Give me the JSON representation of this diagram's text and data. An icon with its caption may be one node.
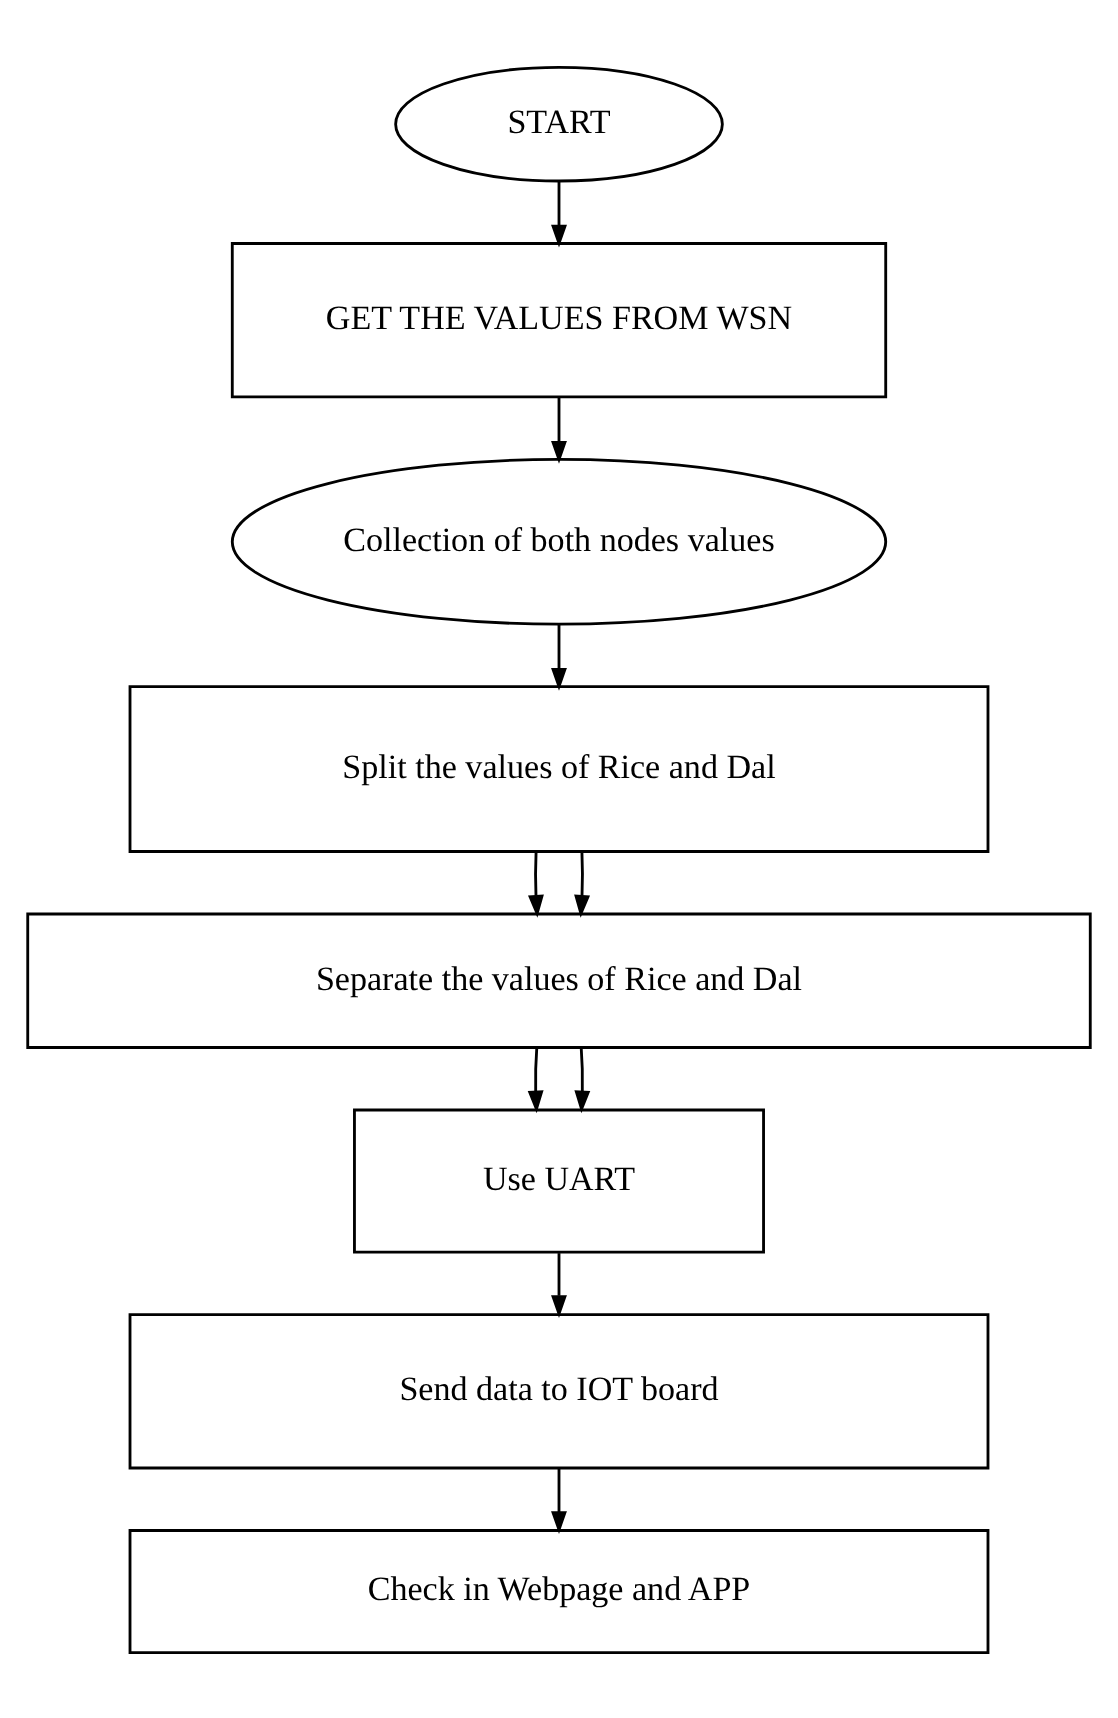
{
  "diagram": {
    "nodes": [
      {
        "text": [
          "START"
        ]
      },
      {
        "text": [
          "GET THE VALUES FROM WSN"
        ]
      },
      {
        "text": [
          "Collection of both nodes values"
        ]
      },
      {
        "text": [
          "Split the values of Rice and Dal"
        ]
      },
      {
        "text": [
          "Separate the values of Rice and Dal"
        ]
      },
      {
        "text": [
          "Use UART"
        ]
      },
      {
        "text": [
          "Send data to IOT board"
        ]
      },
      {
        "text": [
          "Check in Webpage and APP"
        ]
      }
    ],
    "edges": [
      {
        "from": 0,
        "to": 1,
        "arrow": "to"
      },
      {
        "from": 1,
        "to": 2,
        "arrow": "to"
      },
      {
        "from": 2,
        "to": 3,
        "arrow": "to"
      },
      {
        "from": 3,
        "to": 4,
        "arrow": "to"
      },
      {
        "from": 3,
        "to": 4,
        "arrow": "to"
      },
      {
        "from": 4,
        "to": 5,
        "arrow": "to"
      },
      {
        "from": 4,
        "to": 5,
        "arrow": "to"
      },
      {
        "from": 5,
        "to": 6,
        "arrow": "to"
      },
      {
        "from": 6,
        "to": 7,
        "arrow": "to"
      }
    ]
  }
}
